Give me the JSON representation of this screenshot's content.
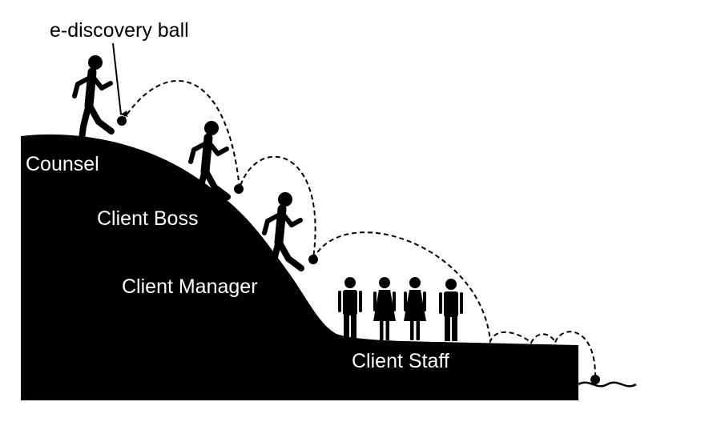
{
  "callout": {
    "label": "e-discovery ball"
  },
  "levels": [
    {
      "label": "Counsel"
    },
    {
      "label": "Client Boss"
    },
    {
      "label": "Client Manager"
    },
    {
      "label": "Client Staff"
    }
  ],
  "colors": {
    "hill": "#000000",
    "figures": "#000000",
    "background": "#ffffff",
    "level_text": "#ffffff"
  },
  "icons": [
    "kicking-person-icon",
    "ball-icon",
    "standing-man-icon",
    "standing-woman-icon",
    "water-wave-icon"
  ]
}
